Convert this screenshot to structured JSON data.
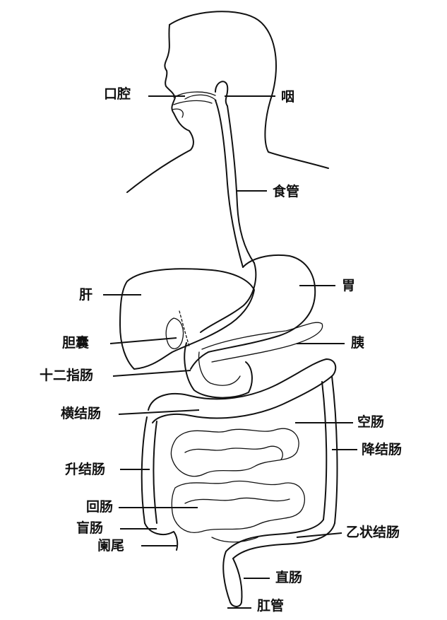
{
  "labels": {
    "mouth": "口腔",
    "pharynx": "咽",
    "esophagus": "食管",
    "liver": "肝",
    "stomach": "胃",
    "gallbladder": "胆囊",
    "pancreas": "胰",
    "duodenum": "十二指肠",
    "transverse_colon": "横结肠",
    "jejunum": "空肠",
    "descending_colon": "降结肠",
    "ascending_colon": "升结肠",
    "ileum": "回肠",
    "cecum": "盲肠",
    "appendix": "阑尾",
    "sigmoid_colon": "乙状结肠",
    "rectum": "直肠",
    "anal_canal": "肛管"
  },
  "colors": {
    "ink": "#111111",
    "background": "#ffffff"
  }
}
